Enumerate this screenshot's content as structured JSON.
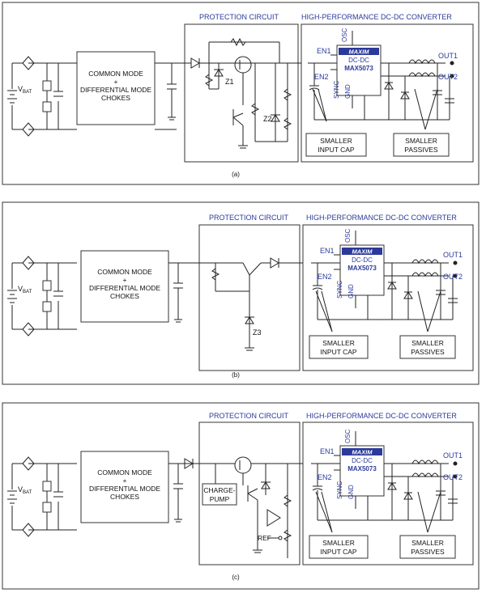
{
  "labels": {
    "protection_circuit": "PROTECTION CIRCUIT",
    "dcdc_converter": "HIGH-PERFORMANCE DC-DC CONVERTER",
    "chokes_1": "COMMON MODE",
    "chokes_2": "+",
    "chokes_3": "DIFFERENTIAL MODE",
    "chokes_4": "CHOKES",
    "vbat": "V",
    "vbat_sub": "BAT",
    "maxim_logo": "MAXIM",
    "dcdc": "DC-DC",
    "part": "MAX5073",
    "en1": "EN1",
    "en2": "EN2",
    "osc": "OSC",
    "sync": "SYNC",
    "gnd": "GND",
    "out1": "OUT1",
    "out2": "OUT2",
    "smaller_input_cap_1": "SMALLER",
    "smaller_input_cap_2": "INPUT CAP",
    "smaller_passives_1": "SMALLER",
    "smaller_passives_2": "PASSIVES",
    "z1": "Z1",
    "z2": "Z2",
    "z3": "Z3",
    "charge_pump_1": "CHARGE-",
    "charge_pump_2": "PUMP",
    "ref": "REF"
  },
  "panels": [
    {
      "caption": "(a)"
    },
    {
      "caption": "(b)"
    },
    {
      "caption": "(c)"
    }
  ],
  "colors": {
    "accent": "#2b3a9a",
    "line": "#222222"
  }
}
